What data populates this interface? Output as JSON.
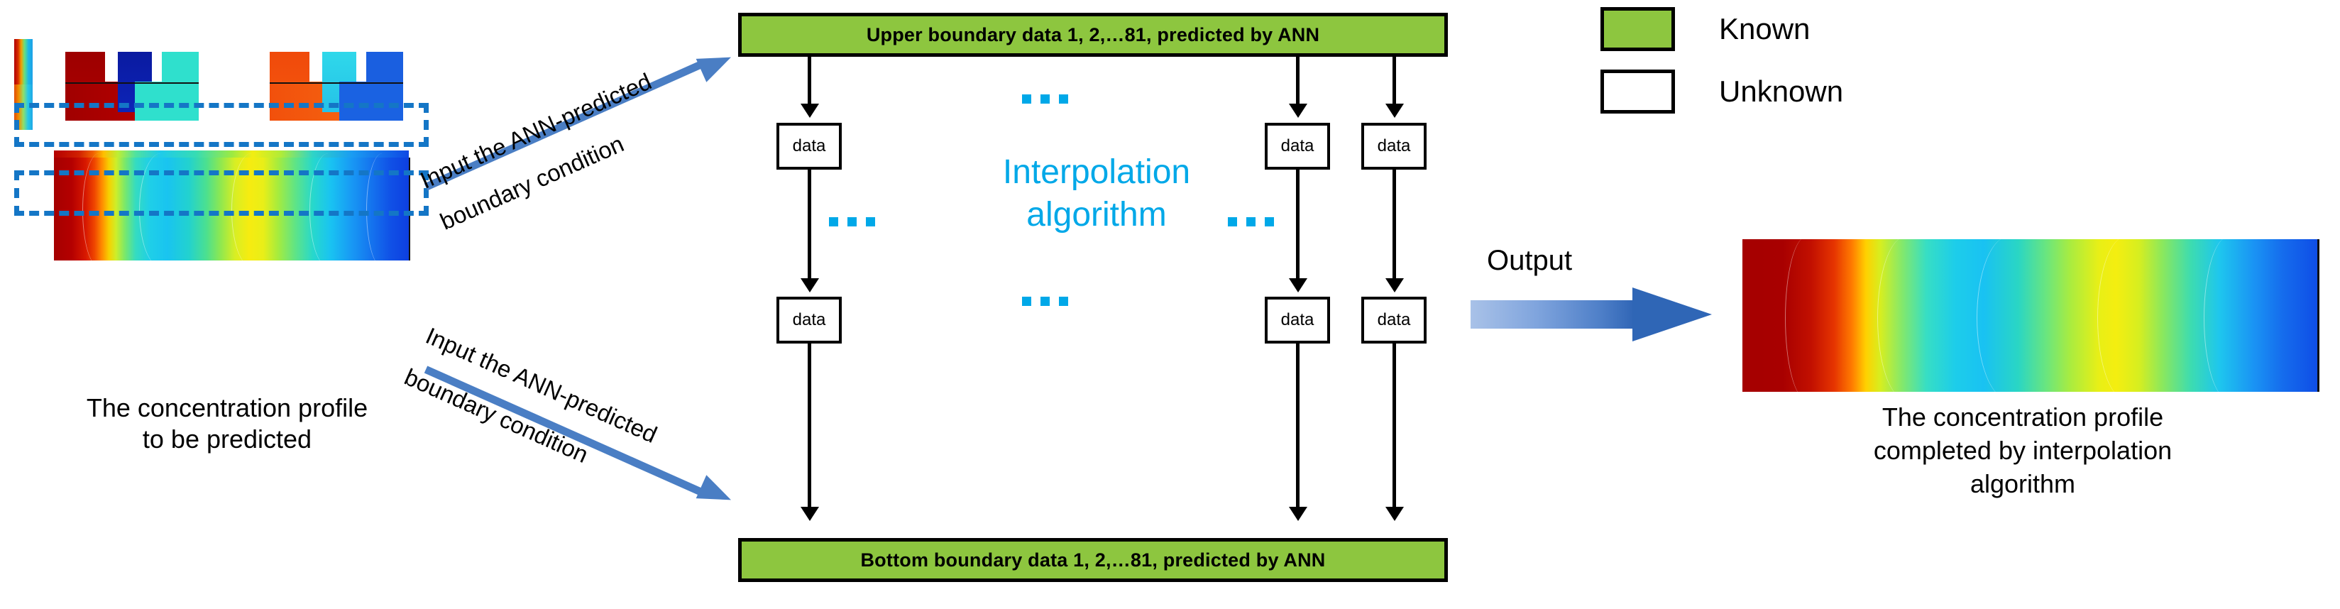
{
  "left_panel": {
    "caption_line1": "The concentration profile",
    "caption_line2": "to be predicted",
    "highlight_upper_name": "upper boundary highlight",
    "highlight_lower_name": "bottom boundary highlight"
  },
  "arrows": {
    "upper": {
      "line1": "Input the ANN-predicted",
      "line2": "boundary condition"
    },
    "lower": {
      "line1": "Input the ANN-predicted",
      "line2": "boundary condition"
    },
    "output": {
      "label": "Output"
    }
  },
  "middle": {
    "top_bar": "Upper boundary data 1, 2,…81, predicted by ANN",
    "bottom_bar": "Bottom boundary data 1, 2,…81, predicted by ANN",
    "interpolation_line1": "Interpolation",
    "interpolation_line2": "algorithm",
    "data_label": "data",
    "left_column": [
      {
        "label": "data"
      },
      {
        "label": "data"
      }
    ],
    "right_columns": [
      {
        "row": [
          {
            "label": "data"
          },
          {
            "label": "data"
          }
        ]
      },
      {
        "row": [
          {
            "label": "data"
          },
          {
            "label": "data"
          }
        ]
      }
    ],
    "ellipsis_count": 3
  },
  "legend": {
    "items": [
      {
        "label": "Known",
        "color": "#8dc63f"
      },
      {
        "label": "Unknown",
        "color": "#ffffff"
      }
    ]
  },
  "right_panel": {
    "caption_line1": "The concentration profile",
    "caption_line2": "completed by interpolation",
    "caption_line3": "algorithm"
  },
  "colors": {
    "known_green": "#8dc63f",
    "accent_cyan": "#00a8e8",
    "dashed_blue": "#1476c6",
    "arrow_blue": "#4a7ec4",
    "output_arrow_dark": "#2f66b6"
  }
}
